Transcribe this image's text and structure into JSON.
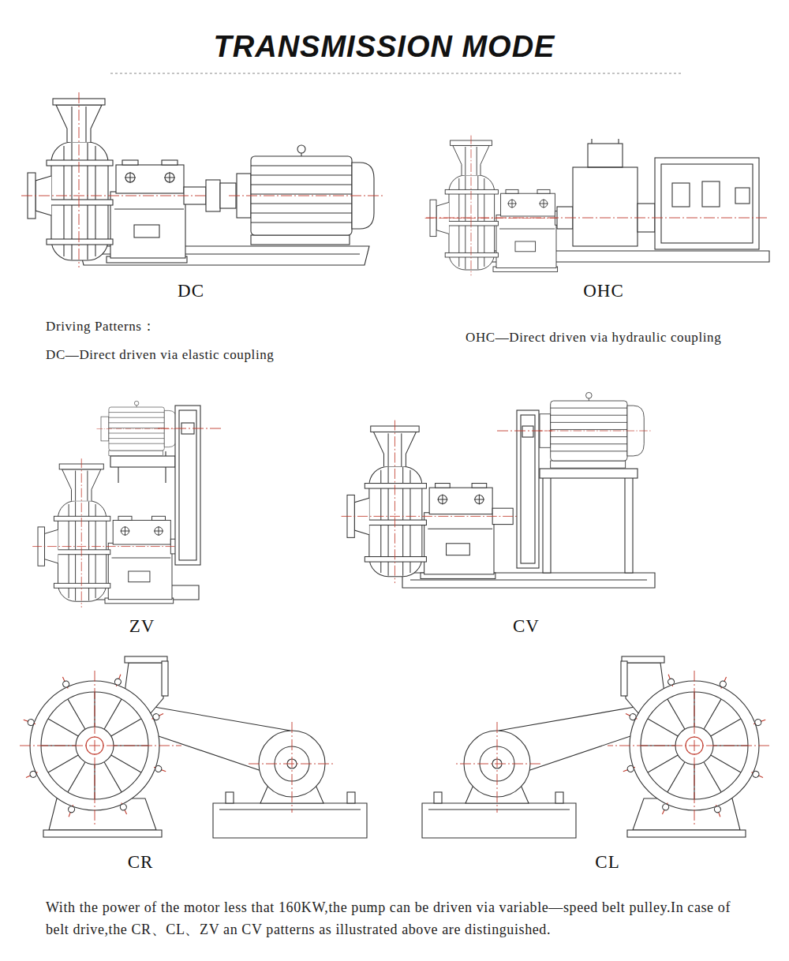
{
  "diagram": {
    "title": "TRANSMISSION MODE",
    "caption": "With the power of the motor less that 160KW,the pump can be driven via variable—speed belt pulley.In case of belt drive,the CR、CL、ZV an CV patterns as illustrated above are distinguished.",
    "labels": [
      "DC",
      "OHC",
      "Driving Patterns：",
      "DC—Direct driven via elastic coupling",
      "OHC—Direct driven via hydraulic coupling",
      "ZV",
      "CV",
      "CR",
      "CL"
    ]
  }
}
